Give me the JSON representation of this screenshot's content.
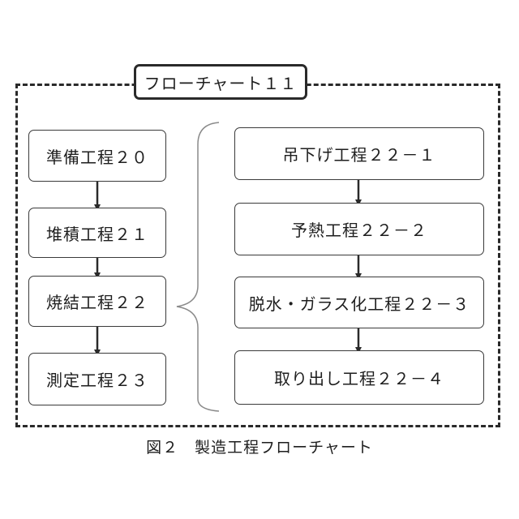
{
  "flowchart": {
    "title": "フローチャート１１",
    "main_steps": [
      {
        "label": "準備工程２０"
      },
      {
        "label": "堆積工程２１"
      },
      {
        "label": "焼結工程２２"
      },
      {
        "label": "測定工程２３"
      }
    ],
    "sub_steps": [
      {
        "label": "吊下げ工程２２－１"
      },
      {
        "label": "予熱工程２２－２"
      },
      {
        "label": "脱水・ガラス化工程２２－３"
      },
      {
        "label": "取り出し工程２２－４"
      }
    ],
    "caption": "図２　製造工程フローチャート"
  }
}
